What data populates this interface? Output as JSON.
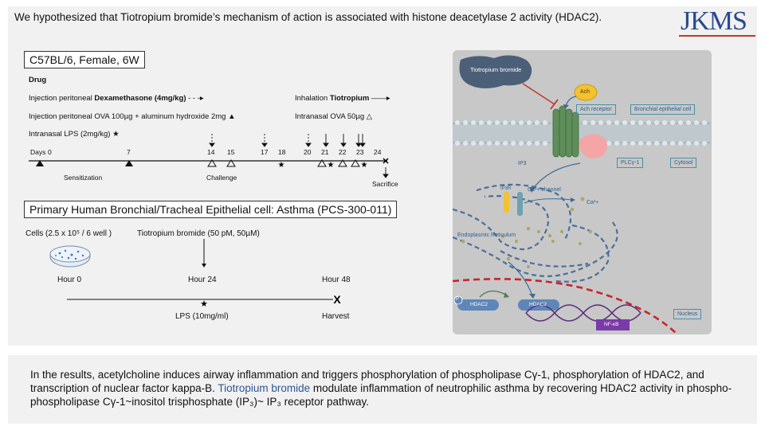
{
  "heading": "We hypothesized that Tiotropium bromide’s mechanism of action is associated with histone deacetylase 2 activity (HDAC2).",
  "logo": "JKMS",
  "mouse": {
    "title": "C57BL/6, Female, 6W",
    "drug_heading": "Drug",
    "dexa_prefix": "Injection peritoneal ",
    "dexa_bold": "Dexamethasone (4mg/kg)",
    "tio_prefix": "Inhalation ",
    "tio_bold": "Tiotropium",
    "ova_ip": "Injection peritoneal OVA 100µg + aluminum hydroxide 2mg ▲",
    "ova_in": "Intranasal OVA 50µg △",
    "lps": "Intranasal LPS (2mg/kg) ★",
    "days_label": "Days",
    "days": [
      "0",
      "7",
      "14",
      "15",
      "17",
      "18",
      "20",
      "21",
      "22",
      "23",
      "24"
    ],
    "sensitization": "Sensitization",
    "challenge": "Challenge",
    "sacrifice": "Sacrifice"
  },
  "cell": {
    "title": "Primary Human Bronchial/Tracheal Epithelial cell: Asthma (PCS-300-011)",
    "cells": "Cells (2.5 x 10⁵ / 6 well )",
    "tio": "Tiotropium bromide (50 pM, 50µM)",
    "hour0": "Hour 0",
    "hour24": "Hour 24",
    "hour48": "Hour 48",
    "lps": "LPS (10mg/ml)",
    "harvest": "Harvest"
  },
  "mechanism": {
    "tiotropium": "Tiotropium bromide",
    "ach": "Ach",
    "ach_receptor": "Ach receptor",
    "bronchial": "Bronchial epithelial cell",
    "plc": "PLCγ-1",
    "cytosol": "Cytosol",
    "ip3": "IP3",
    "ip3r": "IP3R",
    "ca_channel": "Ca²+ channel",
    "ca": "Ca²+",
    "er": "Endoplasmic Reticulum",
    "p": "P",
    "hdac2": "HDAC2",
    "nfkb": "NF-κB",
    "nucleus": "Nucleus"
  },
  "summary": {
    "part1": "In the results, acetylcholine induces airway inflammation and triggers phosphorylation of phospholipase Cγ-1, phosphorylation of HDAC2, and transcription of nuclear factor kappa-B. ",
    "highlight": "Tiotropium bromide",
    "part2": " modulate inflammation of neutrophilic asthma by recovering HDAC2 activity in phospho-phospholipase Cγ-1~inositol trisphosphate (IP₃)~ IP₃ receptor pathway."
  }
}
